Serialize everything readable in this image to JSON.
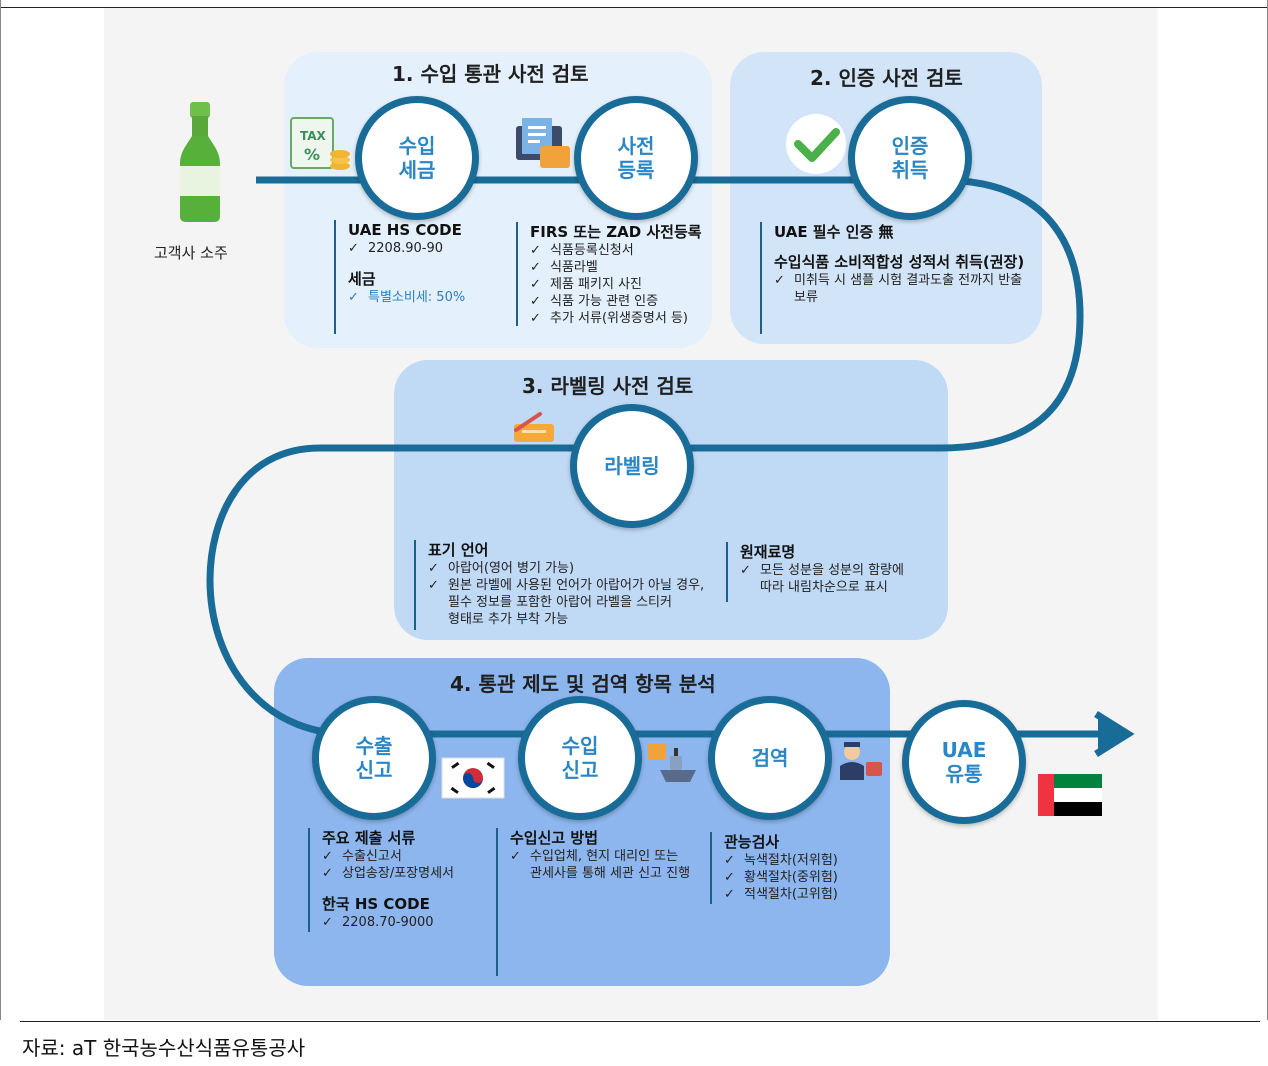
{
  "source": "자료: aT 한국농수산식품유통공사",
  "product_label": "고객사 소주",
  "icons": {
    "product": "soju-bottle-icon",
    "tax": "tax-document-icon",
    "registration": "registration-form-icon",
    "certification": "checkmark-icon",
    "labeling": "label-tag-icon",
    "korea": "korea-flag-icon",
    "shipping": "cargo-ship-icon",
    "inspector": "inspector-icon",
    "uae": "uae-flag-icon"
  },
  "colors": {
    "flow_line": "#1a6c98",
    "circle_text": "#2b86c5",
    "check_blue": "#2a7fc0"
  },
  "stage1": {
    "title": "1. 수입 통관 사전 검토",
    "circle_a": "수입\n세금",
    "circle_b": "사전\n등록",
    "col_a": {
      "title1": "UAE HS CODE",
      "items1": [
        "2208.90-90"
      ],
      "title2": "세금",
      "items2": [
        "특별소비세: 50%"
      ]
    },
    "col_b": {
      "title": "FIRS 또는 ZAD 사전등록",
      "items": [
        "식품등록신청서",
        "식품라벨",
        "제품 패키지 사진",
        "식품 가능 관련 인증",
        "추가 서류(위생증명서 등)"
      ]
    }
  },
  "stage2": {
    "title": "2. 인증 사전 검토",
    "circle": "인증\n취득",
    "title1": "UAE 필수 인증 無",
    "title2": "수입식품 소비적합성 성적서 취득(권장)",
    "items": [
      "미취득 시 샘플 시험 결과도출 전까지 반출",
      "보류"
    ]
  },
  "stage3": {
    "title": "3. 라벨링 사전 검토",
    "circle": "라벨링",
    "col_a": {
      "title": "표기 언어",
      "items": [
        "아랍어(영어 병기 가능)",
        "원본 라벨에 사용된 언어가 아랍어가 아닐 경우,",
        "필수 정보를 포함한 아랍어 라벨을 스티커",
        "형태로 추가 부착 가능"
      ]
    },
    "col_b": {
      "title": "원재료명",
      "items": [
        "모든 성분을 성분의 함량에",
        "따라 내림차순으로 표시"
      ]
    }
  },
  "stage4": {
    "title": "4. 통관 제도 및 검역 항목 분석",
    "circle_a": "수출\n신고",
    "circle_b": "수입\n신고",
    "circle_c": "검역",
    "circle_d": "UAE\n유통",
    "col_a": {
      "title1": "주요 제출 서류",
      "items1": [
        "수출신고서",
        "상업송장/포장명세서"
      ],
      "title2": "한국 HS CODE",
      "items2": [
        "2208.70-9000"
      ]
    },
    "col_b": {
      "title": "수입신고 방법",
      "items": [
        "수입업체, 현지 대리인 또는",
        "관세사를 통해 세관 신고 진행"
      ]
    },
    "col_c": {
      "title": "관능검사",
      "items": [
        "녹색절차(저위험)",
        "황색절차(중위험)",
        "적색절차(고위험)"
      ]
    }
  }
}
